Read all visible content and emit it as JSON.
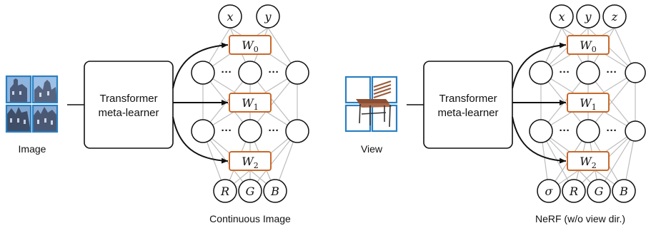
{
  "colors": {
    "ink": "#111111",
    "grid": "#bdbdbd",
    "weight_box": "#c8692b",
    "thumb_border": "#2a7fc1",
    "image_tile_sky": "#8fb4dd",
    "image_tile_building": "#4a5a78"
  },
  "left_panel": {
    "input_caption": "Image",
    "learner_label_line1": "Transformer",
    "learner_label_line2": "meta-learner",
    "inputs": [
      "x",
      "y"
    ],
    "weights": [
      {
        "base": "W",
        "sub": "0"
      },
      {
        "base": "W",
        "sub": "1"
      },
      {
        "base": "W",
        "sub": "2"
      }
    ],
    "hidden_ellipsis": "···",
    "outputs": [
      "R",
      "G",
      "B"
    ],
    "caption": "Continuous Image",
    "thumbnail_icon": "building-photo-icon"
  },
  "right_panel": {
    "input_caption": "View",
    "learner_label_line1": "Transformer",
    "learner_label_line2": "meta-learner",
    "inputs": [
      "x",
      "y",
      "z"
    ],
    "weights": [
      {
        "base": "W",
        "sub": "0"
      },
      {
        "base": "W",
        "sub": "1"
      },
      {
        "base": "W",
        "sub": "2"
      }
    ],
    "hidden_ellipsis": "···",
    "outputs": [
      "σ",
      "R",
      "G",
      "B"
    ],
    "caption": "NeRF (w/o view dir.)",
    "thumbnail_icon": "chair-render-icon"
  }
}
